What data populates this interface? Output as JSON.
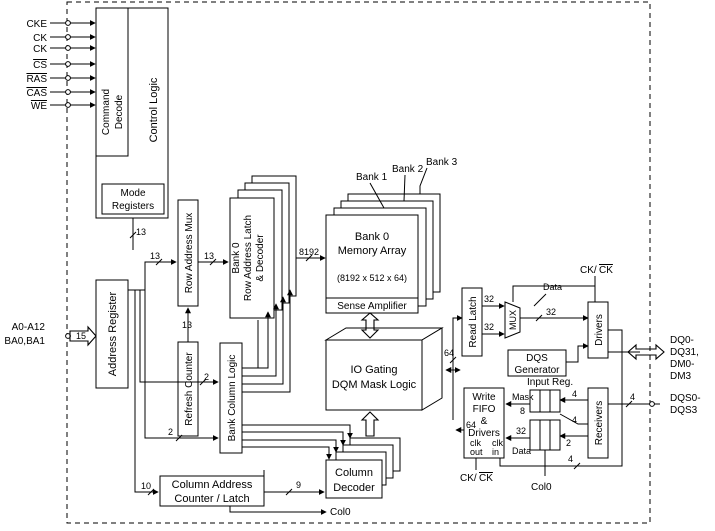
{
  "signals": {
    "cke": "CKE",
    "ck": "CK",
    "ck_bar": "CK",
    "cs_bar": "CS",
    "ras_bar": "RAS",
    "cas_bar": "CAS",
    "we_bar": "WE",
    "address": "A0-A12",
    "bank_address": "BA0,BA1",
    "clk_pair": "CK/",
    "clk_pair_bar": "CK",
    "col0": "Col0",
    "data": "Data",
    "mask": "Mask",
    "clk_out": "clk",
    "clk_out_2": "out",
    "clk_in": "clk",
    "clk_in_2": "in"
  },
  "blocks": {
    "command_decode_1": "Command",
    "command_decode_2": "Decode",
    "control_logic": "Control Logic",
    "mode_registers_1": "Mode",
    "mode_registers_2": "Registers",
    "address_register": "Address Register",
    "row_address_mux": "Row Address Mux",
    "bank0_latch_1": "Bank 0",
    "bank0_latch_2": "Row Address Latch",
    "bank0_latch_3": "& Decoder",
    "refresh_counter": "Refresh Counter",
    "bank_column_logic": "Bank Column Logic",
    "bank3": "Bank 3",
    "bank2": "Bank 2",
    "bank1": "Bank 1",
    "bank0": "Bank 0",
    "memory_array": "Memory Array",
    "array_size": "(8192 x 512 x 64)",
    "sense_amplifier": "Sense Amplifier",
    "io_gating_1": "IO Gating",
    "io_gating_2": "DQM Mask Logic",
    "column_decoder_1": "Column",
    "column_decoder_2": "Decoder",
    "column_counter_1": "Column Address",
    "column_counter_2": "Counter / Latch",
    "read_latch": "Read Latch",
    "mux": "MUX",
    "dqs_generator_1": "DQS",
    "dqs_generator_2": "Generator",
    "drivers": "Drivers",
    "receivers": "Receivers",
    "write_fifo_1": "Write",
    "write_fifo_2": "FIFO",
    "write_fifo_3": "&",
    "write_fifo_4": "Drivers",
    "input_reg": "Input Reg."
  },
  "bus_widths": {
    "mode_to_mux": "13",
    "addr_to_mux": "13",
    "mux_to_latch": "13",
    "latch_to_array": "8192",
    "refresh": "13",
    "addr_in": "15",
    "bank_col": "2",
    "addr_to_bank": "2",
    "col_counter": "10",
    "col_decoder": "9",
    "read_32a": "32",
    "read_32b": "32",
    "mux_32": "32",
    "io_64": "64",
    "fifo_64": "64",
    "mask_8": "8",
    "ir_4a": "4",
    "ir_4b": "4",
    "ir_2": "2",
    "ir_32": "32",
    "dqs_4": "4",
    "bottom_4": "4"
  },
  "outputs": {
    "dq_1": "DQ0-",
    "dq_2": "DQ31,",
    "dq_3": "DM0-",
    "dq_4": "DM3",
    "dqs_1": "DQS0-",
    "dqs_2": "DQS3"
  }
}
